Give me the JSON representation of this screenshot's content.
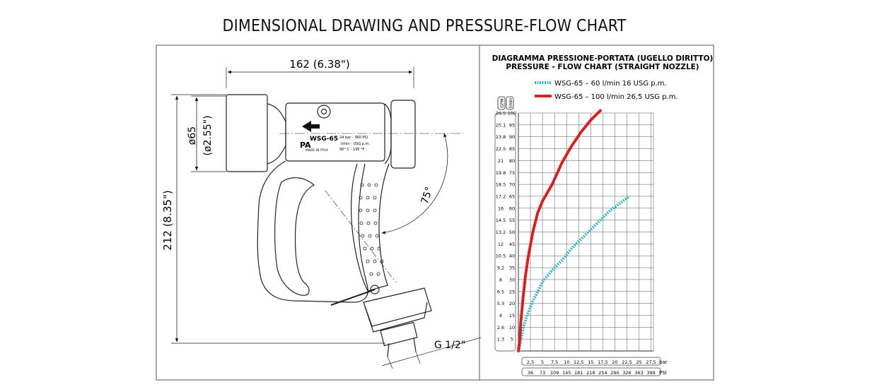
{
  "page_title": "DIMENSIONAL DRAWING AND PRESSURE-FLOW CHART",
  "drawing": {
    "width_dim": "162 (6.38\")",
    "height_dim": "212 (8.35\")",
    "diameter_metric": "ø65",
    "diameter_imperial": "(ø2.55\")",
    "angle": "75°",
    "thread": "G 1/2\"",
    "logo": "PA",
    "model": "WSG-65",
    "made_in": "MADE IN ITALY",
    "label_line1": "24 bar - 360 PSI",
    "label_line2": "l/min - USG p.m.",
    "label_line3": "90° C - 195 °F"
  },
  "chart_data": {
    "type": "line",
    "title": "DIAGRAMMA PRESSIONE-PORTATA (UGELLO DIRITTO)",
    "subtitle": "PRESSURE - FLOW CHART (STRAIGHT NOZZLE)",
    "ylabel_gpm": "GPM",
    "ylabel_lmin": "l/min",
    "xlabel_bar": "bar",
    "xlabel_psi": "PSI",
    "xlim": [
      0,
      28
    ],
    "ylim": [
      0,
      100
    ],
    "x_ticks_bar": [
      "2,5",
      "5",
      "7,5",
      "10",
      "12,5",
      "15",
      "17,5",
      "20",
      "22,5",
      "25",
      "27,5"
    ],
    "x_ticks_psi": [
      "36",
      "73",
      "109",
      "145",
      "181",
      "218",
      "254",
      "290",
      "326",
      "363",
      "399"
    ],
    "y_ticks_lmin": [
      "5",
      "10",
      "15",
      "20",
      "25",
      "30",
      "35",
      "40",
      "45",
      "50",
      "55",
      "60",
      "65",
      "70",
      "75",
      "80",
      "85",
      "90",
      "95",
      "100"
    ],
    "y_ticks_gpm": [
      "1.3",
      "2.6",
      "4",
      "5.3",
      "6.5",
      "8",
      "9.2",
      "10.5",
      "12",
      "13.2",
      "14.5",
      "16",
      "17.2",
      "18.5",
      "19.8",
      "21",
      "22.5",
      "23.8",
      "25.1",
      "26.5"
    ],
    "series": [
      {
        "name": "WSG-65 – 60 l/min  16 USG p.m.",
        "color": "#36b4c4",
        "style": "dotted",
        "x": [
          0.3,
          1,
          2,
          3,
          4,
          5,
          7,
          9,
          11,
          13,
          15,
          17,
          19,
          21,
          23
        ],
        "y": [
          2,
          10,
          16,
          21,
          25,
          29,
          34,
          38,
          43,
          47,
          51,
          55,
          59,
          62,
          65
        ]
      },
      {
        "name": "WSG-65 – 100 l/min 26,5 USG p.m.",
        "color": "#d42222",
        "style": "solid",
        "x": [
          0.3,
          0.5,
          1,
          1.5,
          2,
          3,
          4,
          5,
          7,
          9,
          11,
          13,
          15,
          17
        ],
        "y": [
          5,
          12,
          23,
          32,
          39,
          50,
          58,
          63,
          70,
          79,
          86,
          92,
          97,
          101
        ]
      }
    ]
  }
}
